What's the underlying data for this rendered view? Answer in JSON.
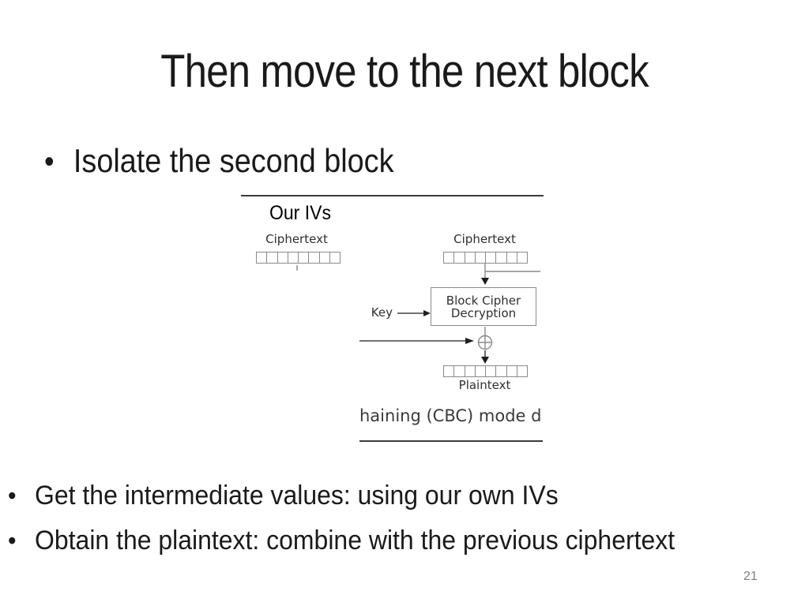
{
  "slide": {
    "title": "Then move to the next block",
    "bullet_marker": "•",
    "bullets_top": [
      {
        "text": "Isolate the second block"
      }
    ],
    "bullets_bottom": [
      {
        "text": "Get the intermediate values: using our own IVs"
      },
      {
        "text": "Obtain the plaintext: combine with the previous ciphertext"
      }
    ],
    "page_number": "21"
  },
  "figure": {
    "annotation": "Our IVs",
    "left_block": {
      "label": "Ciphertext",
      "cells": 8
    },
    "right_block": {
      "label": "Ciphertext",
      "cells": 8
    },
    "key_label": "Key",
    "box_label_line1": "Block Cipher",
    "box_label_line2": "Decryption",
    "xor_symbol": "⊕",
    "plaintext_block": {
      "label": "Plaintext",
      "cells": 8
    },
    "caption_cropped": "haining (CBC) mode d"
  },
  "theme": {
    "background": "#ffffff",
    "text_color": "#1a1a1a",
    "figure_line_gray": "#8a8a8a",
    "figure_border_color": "#3a3a3a",
    "figure_text_color": "#2f2f2f",
    "arrow_color": "#1f1f1f",
    "caption_color": "#3a3a3a",
    "page_number_color": "#7f7f7f"
  }
}
